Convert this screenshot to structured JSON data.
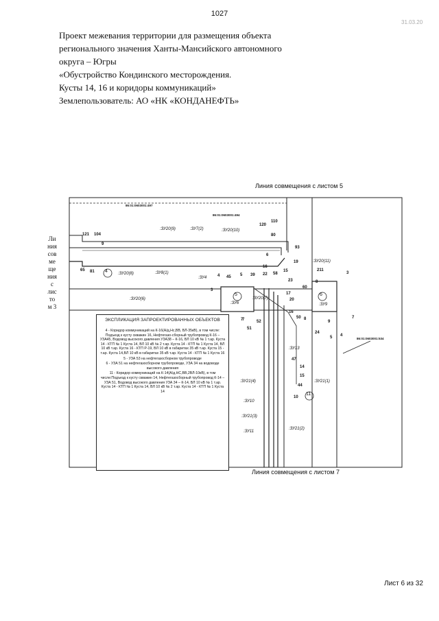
{
  "page_number": "1027",
  "stamp": "31.03.20",
  "title_lines": [
    "Проект межевания территории для размещения объекта",
    "регионального значения Ханты-Мансийского автономного",
    "округа – Югры",
    "«Обустройство Кондинского месторождения.",
    "Кусты 14, 16 и коридоры коммуникаций»",
    "Землепользователь: АО «НК «КОНДАНЕФТЬ»"
  ],
  "match_line_top": "Линия совмещения с листом 5",
  "match_line_bottom": "Линия совмещения с листом 7",
  "match_line_left": [
    "Ли",
    "ния",
    "сов",
    "ме",
    "ще",
    "ния",
    "с",
    "лис",
    "то",
    "м 3"
  ],
  "cadastral_numbers": {
    "c497": "86:01:0603001:497",
    "c494": "86:01:0603001:494",
    "c534": "86:01:0603001:534"
  },
  "sheet_label": "Лист 6 из 32",
  "legend": {
    "title": "ЭКСПЛИКАЦИЯ ЗАПРОЕКТИРОВАННЫХ ОБЪЕКТОВ",
    "items": [
      "4 - Коридор коммуникаций на К-16(А/д,Нс,ВВ, ВЛ-35кВ), в том числе: Подъезд к кусту скважин 16, Нефтегазо-сборный трубопровод К-16 – УЗА45, Водовод высокого давления УЗА38 – К-16, ВЛ 10 кВ № 1 т.ар. Куста 14 - КТП № 1 Куста 14, ВЛ 10 кВ № 2 т.ар. Куста 14 - КТП № 1 Куста 14, ВЛ 10 кВ т.ар. Куста 16 - КТП Р-19, ВЛ 10 кВ в габаритах 35 кВ т.ар. Куста 15 - т.ар. Куста 14,ВЛ 10 кВ в габаритах 35 кВ т.ар. Куста 14 - КТП № 1 Куста 16",
      "5 - УЗА 53 на нефтегазосборном трубопроводе",
      "6 - УЗА 51 на нефтегазосборном трубопроводе, УЗА 34 на водоводе высокого давления",
      "11 - Коридор коммуникаций на К-14(А/д,НС,ВВ,2ВЛ-10кВ), в том числе:Подъезд к кусту скважин 14, Нефтегазосборный трубопровод К-14 – УЗА 51, Водовод высокого давления УЗА 34 – К-14, ВЛ 10 кВ № 1 т.ар. Куста 14 - КТП № 1 Куста 14, ВЛ 10 кВ № 2 т.ар. Куста 14 - КТП № 1 Куста 14"
    ]
  },
  "map_labels": {
    "zu": [
      ":ЗУ20(9)",
      ":ЗУ7(2)",
      ":ЗУ20(10)",
      ":ЗУ20(8)",
      ":ЗУ8(1)",
      ":ЗУ4",
      ":ЗУ20(6)",
      ":ЗУ6",
      ":ЗУ20(7)",
      ":ЗУ20(11)",
      ":ЗУ9",
      ":ЗУ13",
      ":ЗУ21(4)",
      ":ЗУ21(1)",
      ":ЗУ10",
      ":ЗУ21(3)",
      ":ЗУ11",
      ":ЗУ21(2)"
    ],
    "points": [
      "121",
      "104",
      "9",
      "65",
      "81",
      "120",
      "110",
      "80",
      "6",
      "93",
      "16",
      "15",
      "19",
      "4",
      "45",
      "5",
      "39",
      "22",
      "58",
      "3",
      "17",
      "20",
      "16",
      "50",
      "52",
      "51",
      "7",
      "60",
      "211",
      "23",
      "8",
      "24",
      "9",
      "5",
      "4",
      "7",
      "47",
      "14",
      "44",
      "10",
      "3",
      "15",
      "8",
      "7"
    ],
    "circles": [
      "4",
      "5",
      "6",
      "11"
    ]
  }
}
